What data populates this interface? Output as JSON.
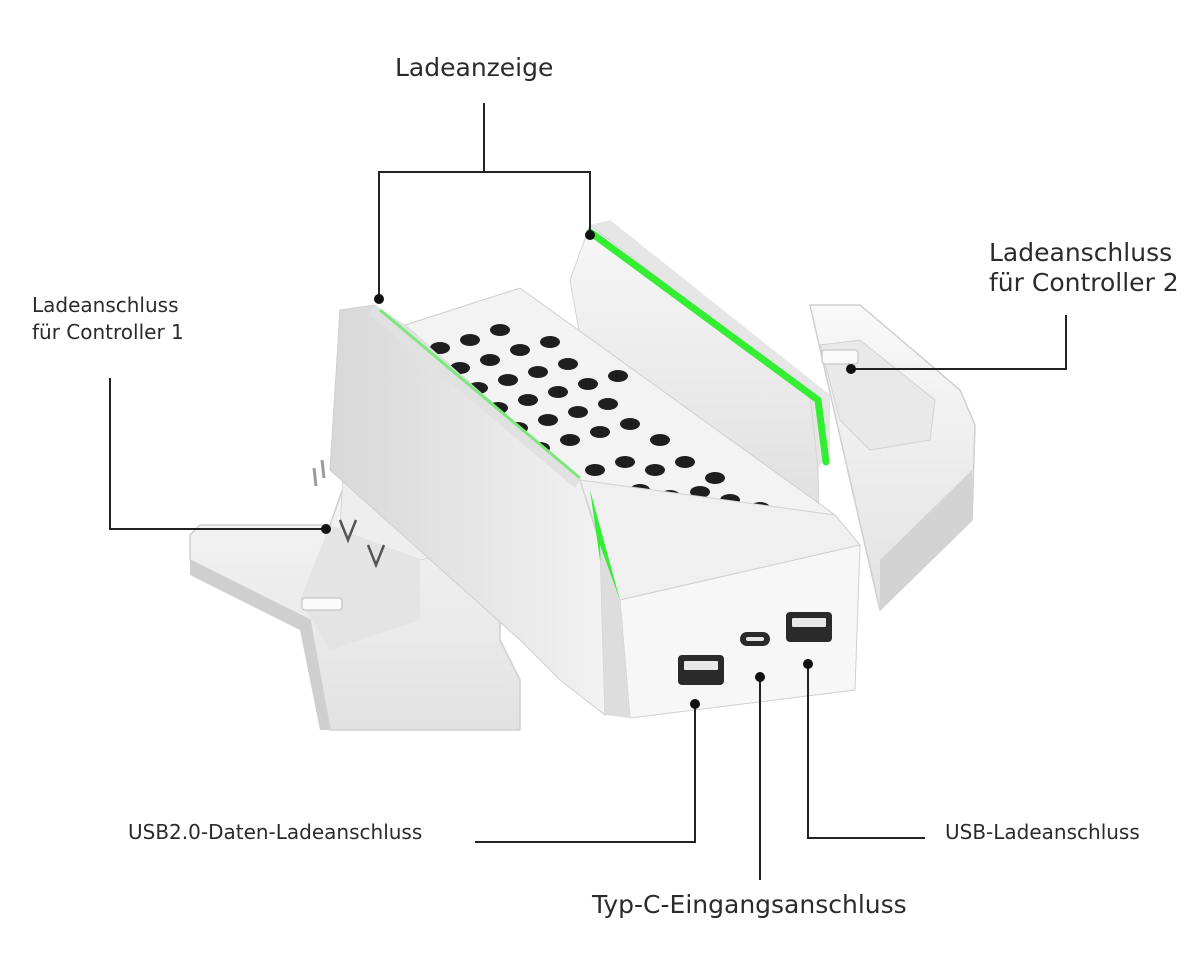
{
  "callouts": {
    "charge_indicator": "Ladeanzeige",
    "controller1_port": [
      "Ladeanschluss",
      "für Controller 1"
    ],
    "controller2_port": [
      "Ladeanschluss",
      "für Controller 2"
    ],
    "usb20_data_charge_port": "USB2.0-Daten-Ladeanschluss",
    "usb_charge_port": "USB-Ladeanschluss",
    "typec_input_port": "Typ-C-Eingangsanschluss"
  },
  "colors": {
    "led_green": "#33ee33",
    "body_white": "#f4f4f4",
    "shadow_gray": "#c9c9c9",
    "vent_hole": "#1e1e1e",
    "leader_line": "#222222"
  }
}
